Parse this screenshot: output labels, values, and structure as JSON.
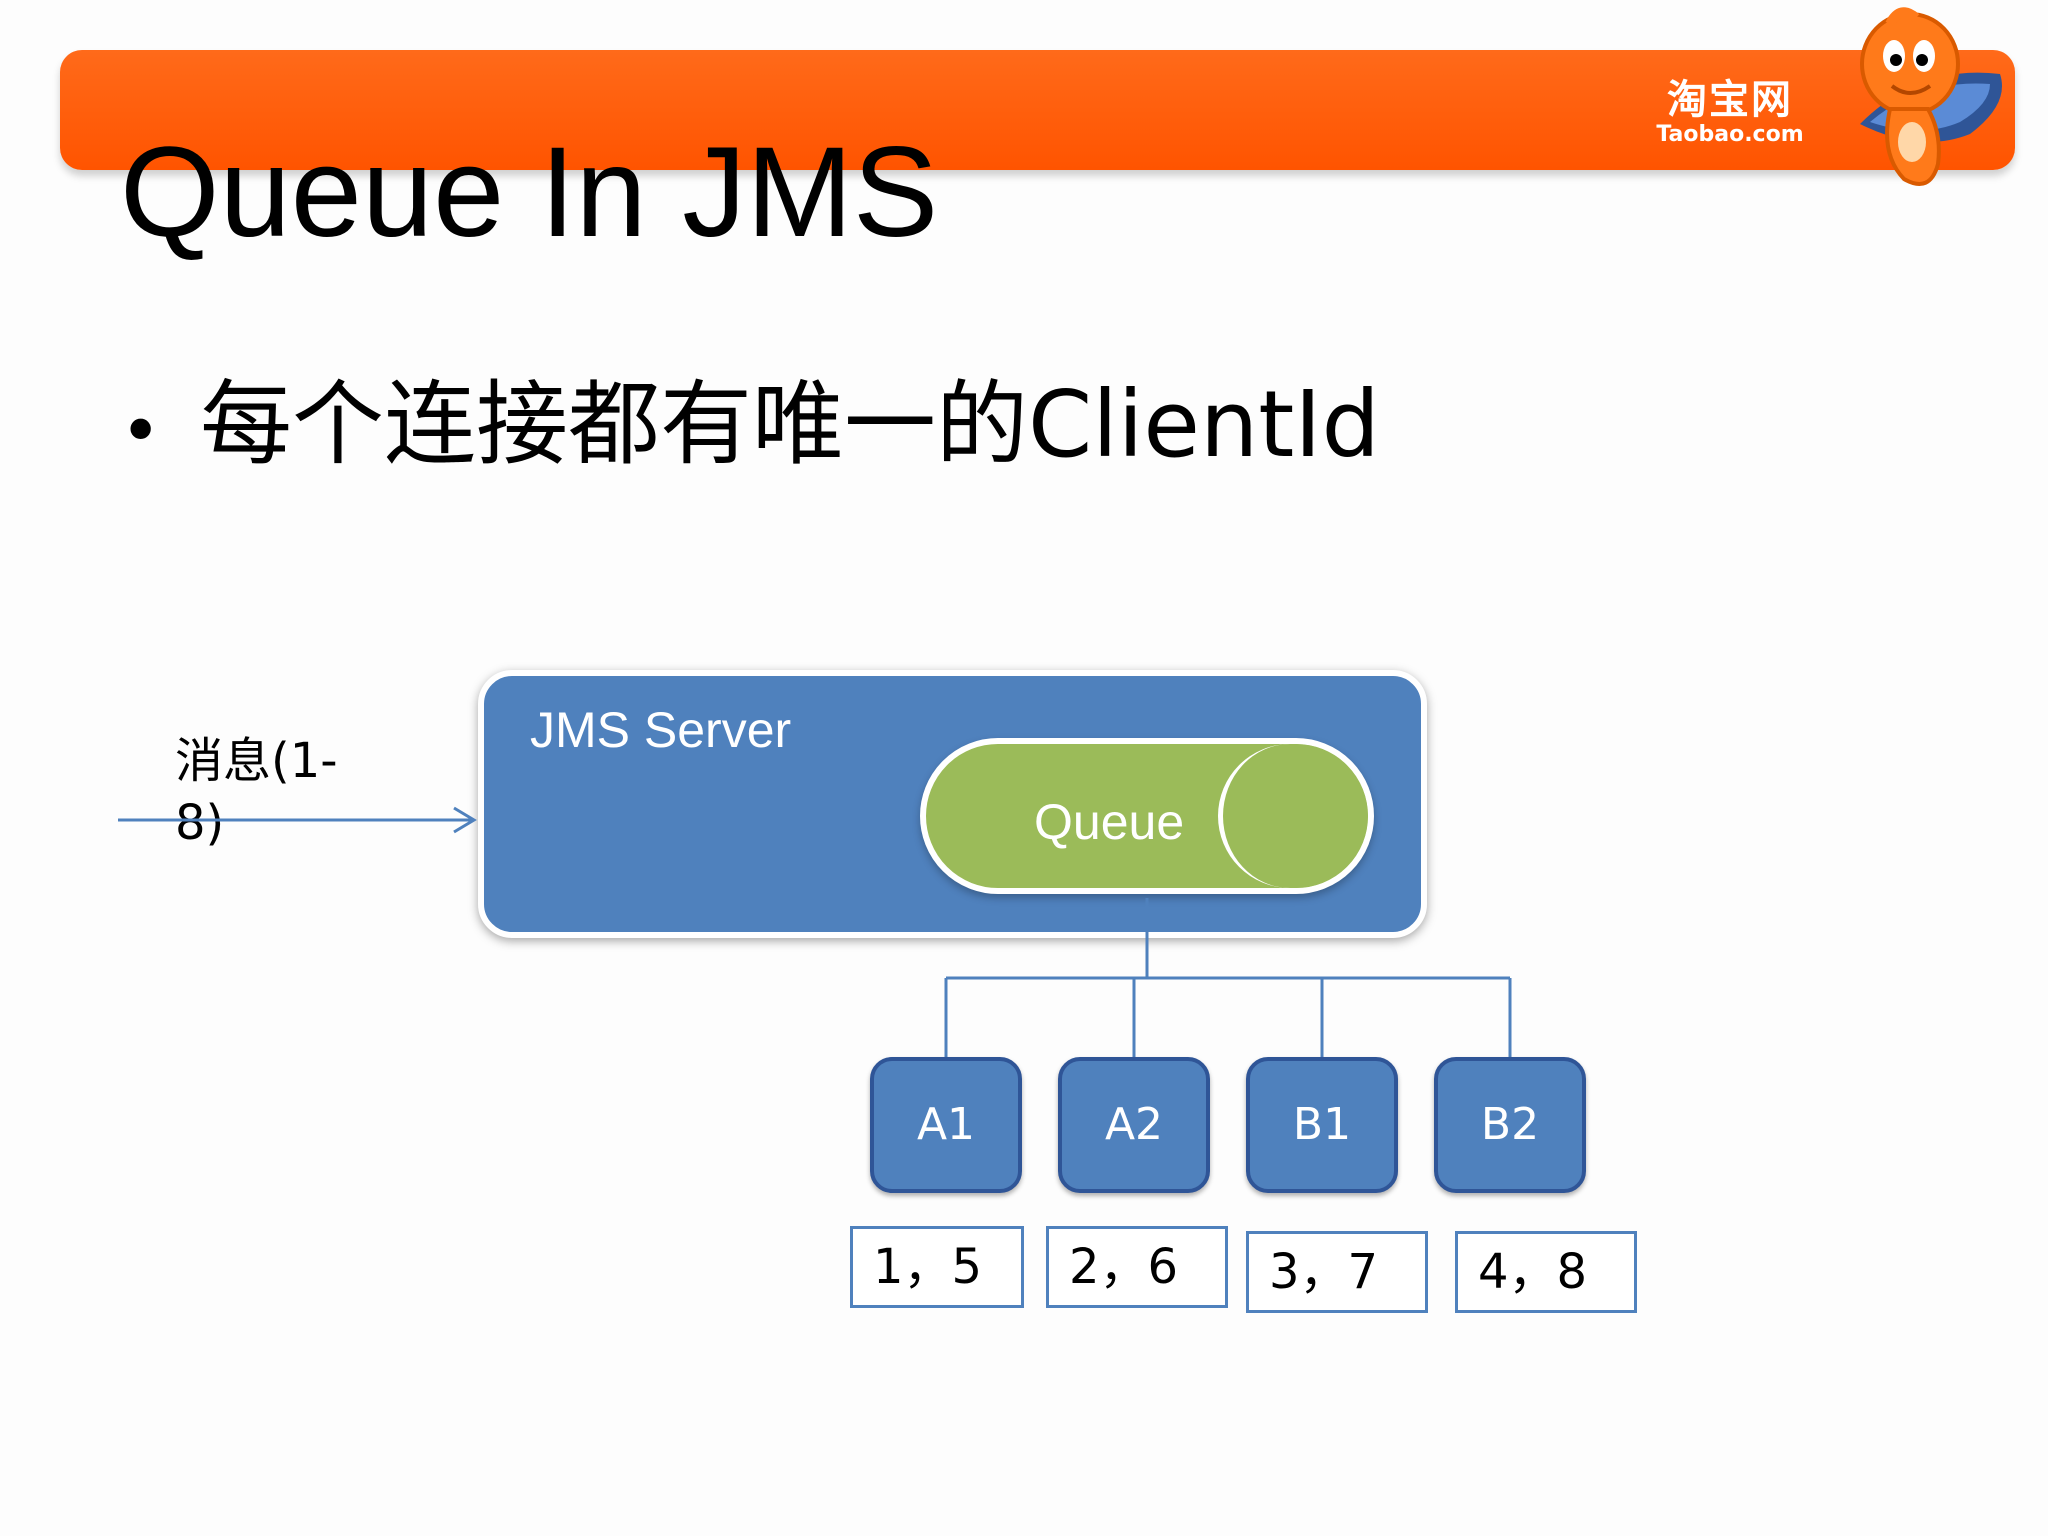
{
  "header": {
    "logo_cn": "淘宝网",
    "logo_en": "Taobao.com",
    "colors": {
      "banner": "#ff5a00",
      "logo_text": "#ffffff"
    }
  },
  "slide": {
    "title": "Queue In JMS",
    "bullets": [
      {
        "marker": "•",
        "text": "每个连接都有唯一的ClientId"
      }
    ]
  },
  "diagram": {
    "input_label": "消息(1-8)",
    "server": {
      "label": "JMS Server",
      "color": "#4f81bd"
    },
    "queue": {
      "label": "Queue",
      "color": "#9bbb59"
    },
    "clients": [
      {
        "name": "A1",
        "messages": "1，5"
      },
      {
        "name": "A2",
        "messages": "2，6"
      },
      {
        "name": "B1",
        "messages": "3，7"
      },
      {
        "name": "B2",
        "messages": "4，8"
      }
    ],
    "colors": {
      "client_fill": "#4f81bd",
      "client_border": "#2f5597",
      "connector": "#4f81bd"
    }
  }
}
